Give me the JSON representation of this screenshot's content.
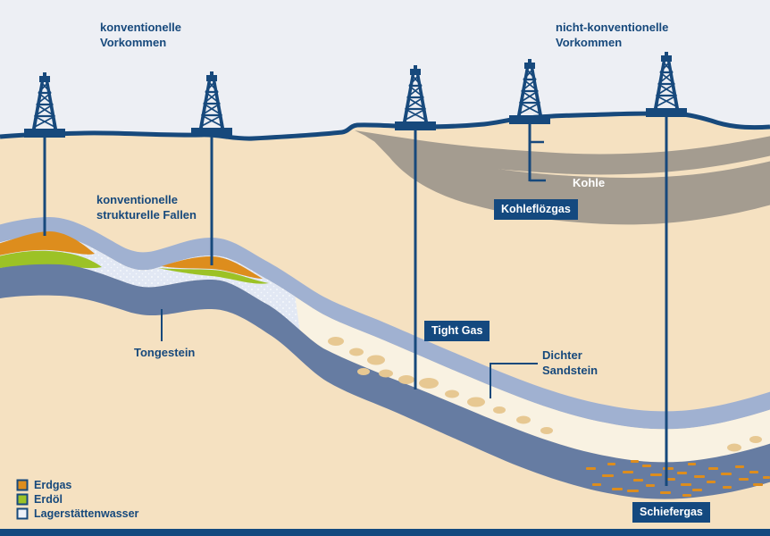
{
  "titles": {
    "left": "konventionelle\nVorkommen",
    "right": "nicht-konventionelle\nVorkommen"
  },
  "labels": {
    "structural_traps": "konventionelle\nstrukturelle Fallen",
    "tongestein": "Tongestein",
    "kohle": "Kohle",
    "kohlefloezgas": "Kohleflözgas",
    "tight_gas": "Tight Gas",
    "dichter_sandstein": "Dichter\nSandstein",
    "schiefergas": "Schiefergas"
  },
  "legend": {
    "items": [
      {
        "label": "Erdgas",
        "color": "#dd8d1d"
      },
      {
        "label": "Erdöl",
        "color": "#9cc226"
      },
      {
        "label": "Lagerstättenwasser",
        "color": "#eef1f8"
      }
    ]
  },
  "colors": {
    "sky": "#edeff4",
    "ground": "#f5e1c1",
    "navy": "#17497c",
    "coal": "#a49c90",
    "cap_rock": "#a0b1d1",
    "reservoir_water": "#e2e8f4",
    "tight_sandstone": "#f9f2e2",
    "shale_dark": "#667ca2",
    "gas_orange": "#dd8d1d",
    "oil_green": "#9cc226",
    "gas_pocket_tan": "#e7c892",
    "label_box_bg": "#14497f",
    "bottom_bar": "#14497f"
  }
}
